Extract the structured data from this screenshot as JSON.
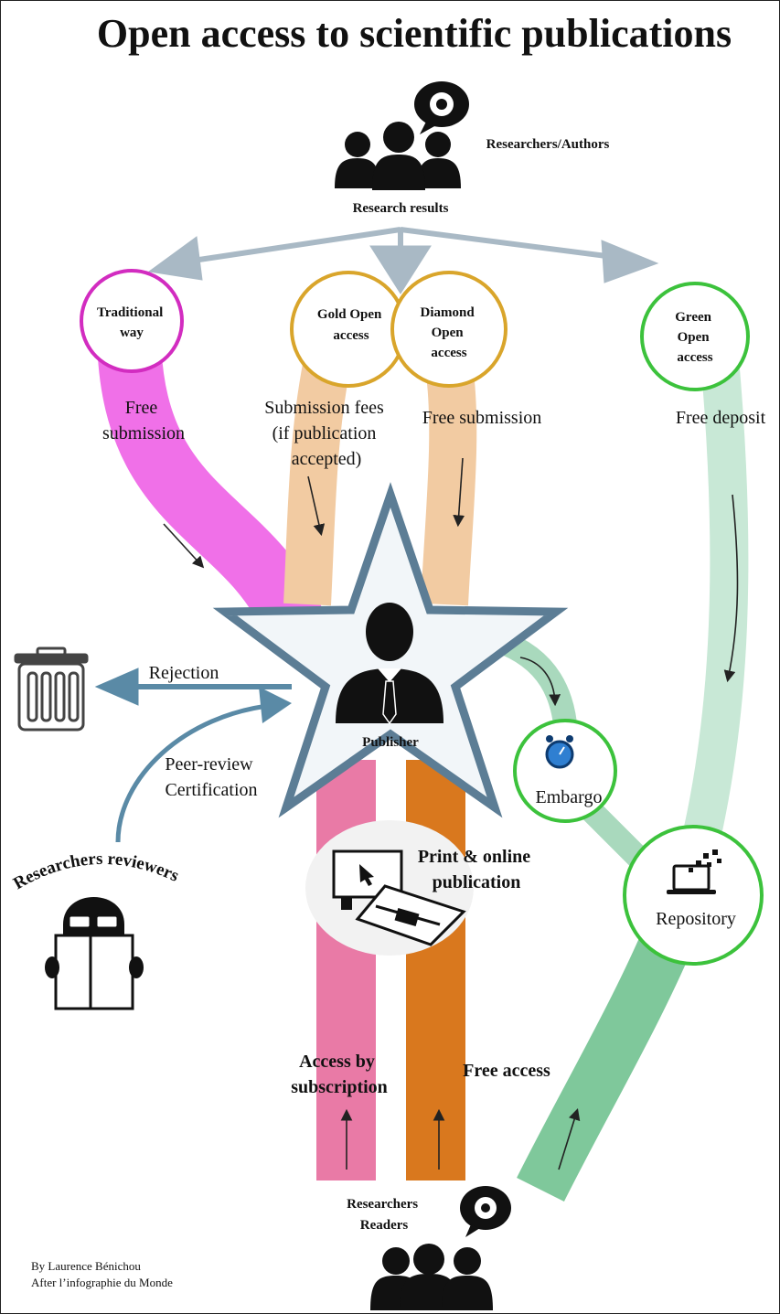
{
  "title": "Open access to scientific publications",
  "authors": {
    "label": "Researchers/Authors",
    "results": "Research results"
  },
  "routes": {
    "traditional": [
      "Traditional",
      "way"
    ],
    "gold": [
      "Gold Open",
      "access"
    ],
    "diamond": [
      "Diamond",
      "Open",
      "access"
    ],
    "green": [
      "Green",
      "Open",
      "access"
    ]
  },
  "flows": {
    "free_submission_traditional": [
      "Free",
      "submission"
    ],
    "submission_fees": [
      "Submission fees",
      "(if publication",
      "accepted)"
    ],
    "free_submission_diamond": "Free submission",
    "free_deposit": "Free deposit"
  },
  "publisher": "Publisher",
  "rejection": "Rejection",
  "peer_review": [
    "Peer-review",
    "Certification"
  ],
  "reviewers": "Researchers reviewers",
  "embargo": "Embargo",
  "repository": "Repository",
  "print_publication": [
    "Print & online",
    "publication"
  ],
  "access_subscription": [
    "Access by",
    "subscription"
  ],
  "free_access": "Free access",
  "readers": [
    "Researchers",
    "Readers"
  ],
  "credit": [
    "By Laurence Bénichou",
    "After l’infographie du Monde"
  ],
  "colors": {
    "traditional": "#e040c8",
    "gold": "#d9a52b",
    "diamond_flow": "#f2c9a0",
    "green": "#3cc23c",
    "green_flow": "#7fc89b",
    "pink_column": "#e97aa6",
    "orange_column": "#d9781e",
    "arrows": "#a9b9c5",
    "star_border": "#5c7d95",
    "star_fill": "#f2f6f9"
  }
}
